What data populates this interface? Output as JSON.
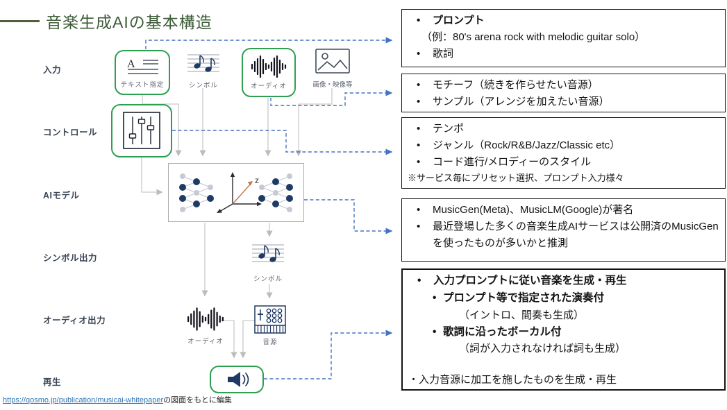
{
  "title": "音楽生成AIの基本構造",
  "stages": {
    "input": "入力",
    "control": "コントロール",
    "model": "AIモデル",
    "symbol_out": "シンボル出力",
    "audio_out": "オーディオ出力",
    "play": "再生"
  },
  "nodes": {
    "letter_a": "A",
    "text_input": "テキスト指定",
    "symbol_in": "シンボル",
    "audio_in": "オーディオ",
    "image_in": "画像・映像等",
    "axis_z": "z",
    "symbol_out": "シンボル",
    "audio_out": "オーディオ",
    "sound_source": "音源"
  },
  "callouts": [
    {
      "lines": [
        "プロンプト",
        "（例：80's arena rock with melodic guitar solo）",
        "歌詞"
      ]
    },
    {
      "lines": [
        "モチーフ（続きを作らせたい音源）",
        "サンプル（アレンジを加えたい音源）"
      ]
    },
    {
      "lines": [
        "テンポ",
        "ジャンル（Rock/R&B/Jazz/Classic etc）",
        "コード進行/メロディーのスタイル",
        "※サービス毎にプリセット選択、プロンプト入力様々"
      ]
    },
    {
      "lines": [
        "MusicGen(Meta)、MusicLM(Google)が著名",
        "最近登場した多くの音楽生成AIサービスは公開済のMusicGenを使ったものが多いかと推測"
      ]
    },
    {
      "lines": [
        "入力プロンプトに従い音楽を生成・再生",
        "プロンプト等で指定された演奏付",
        "（イントロ、間奏も生成）",
        "歌詞に沿ったボーカル付",
        "（詞が入力されなければ詞も生成）",
        "・入力音源に加工を施したものを生成・再生"
      ]
    }
  ],
  "footer": {
    "link_text": "https://qosmo.jp/publication/musicai-whitepaper",
    "suffix": "の図面をもとに編集"
  },
  "colors": {
    "accent_green": "#2da050",
    "title_green": "#3d5b38",
    "dashed_blue": "#4472c4",
    "navy": "#1f3864",
    "line_gray": "#c9c9c9"
  }
}
